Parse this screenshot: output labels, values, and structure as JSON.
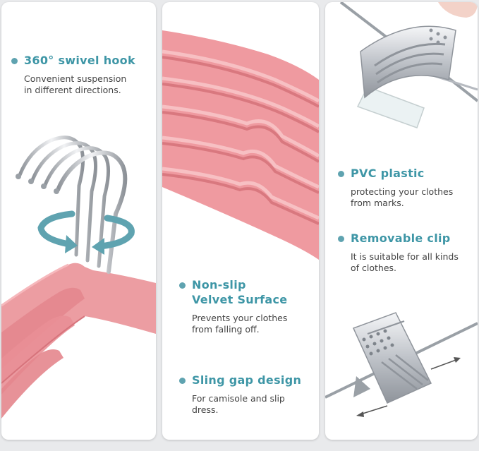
{
  "colors": {
    "accent": "#5fa3b0",
    "title": "#3e96a6",
    "velvet_pink": "#ef9aa0",
    "velvet_pink_dark": "#d9787f",
    "metal": "#b8bcc2",
    "text": "#444444"
  },
  "features": [
    {
      "title": "360° swivel hook",
      "desc": [
        "Convenient suspension",
        "in different directions."
      ]
    },
    {
      "title": [
        "Non-slip",
        "Velvet Surface"
      ],
      "desc": [
        "Prevents your clothes",
        "from falling off."
      ]
    },
    {
      "title": "Sling gap design",
      "desc": [
        "For camisole and slip",
        "dress."
      ]
    },
    {
      "title": "PVC plastic",
      "desc": [
        "protecting your clothes",
        "from marks."
      ]
    },
    {
      "title": "Removable clip",
      "desc": [
        "It is suitable for all kinds",
        "of clothes."
      ]
    }
  ],
  "icons": {
    "swivel": "rotation-arrows-icon",
    "bullet": "dot-bullet-icon"
  }
}
